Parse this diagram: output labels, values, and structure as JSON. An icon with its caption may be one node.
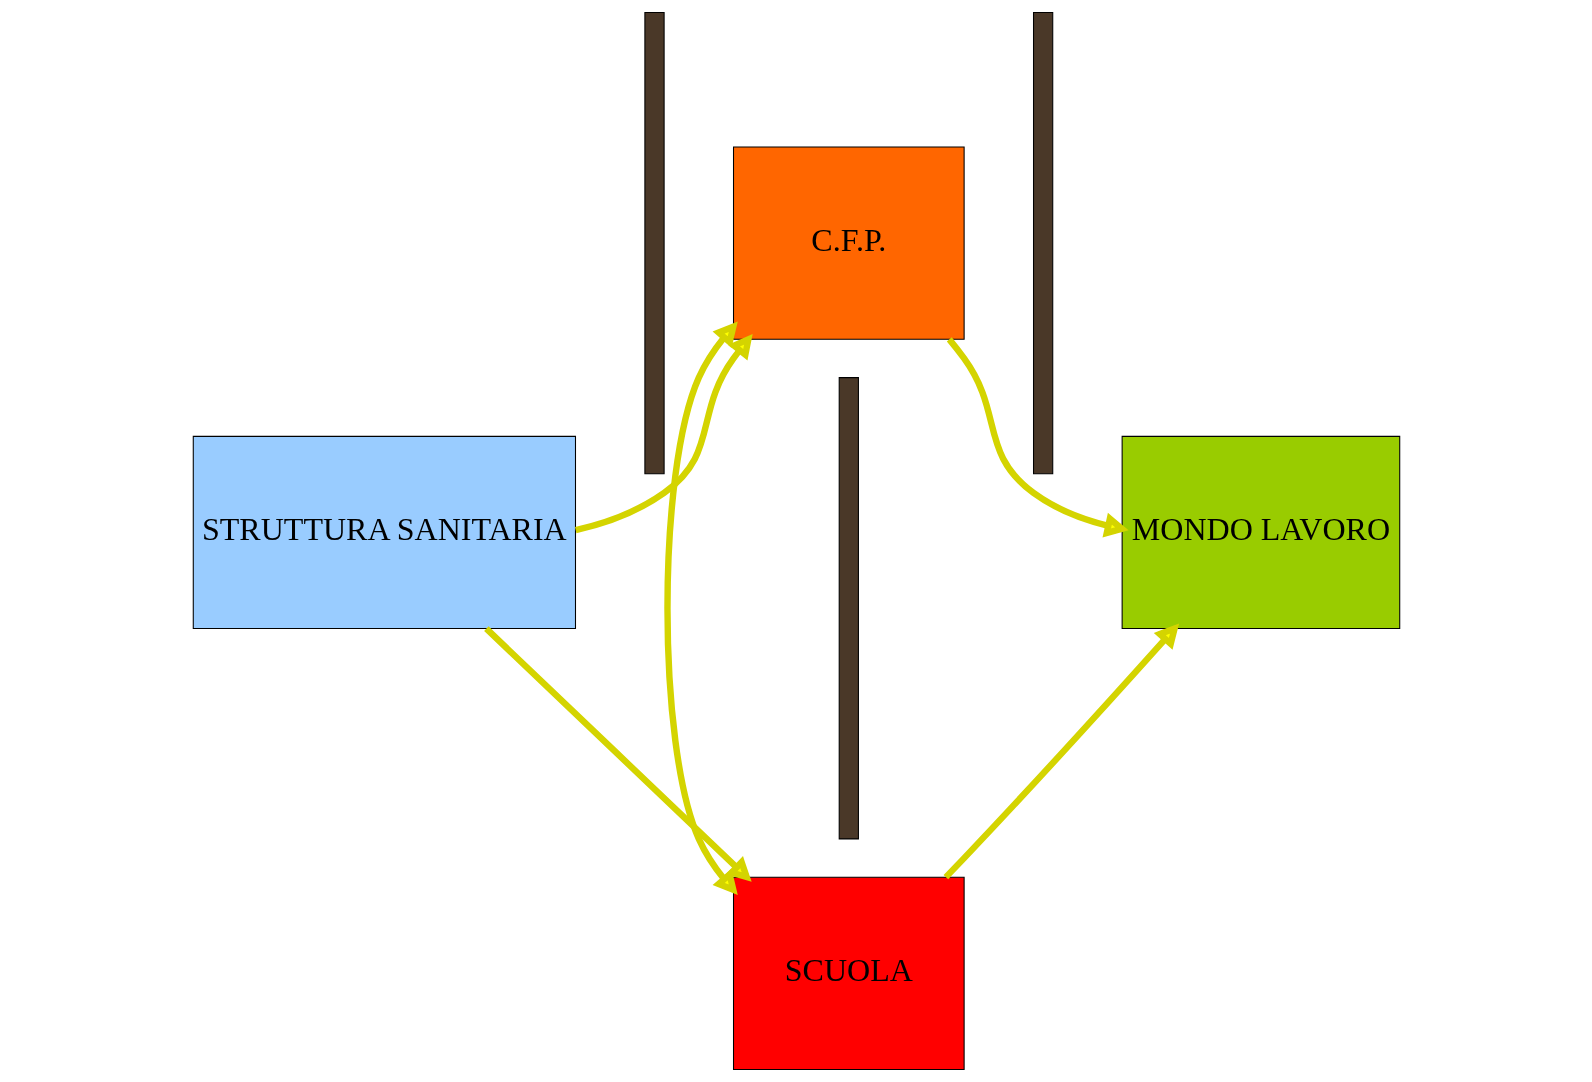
{
  "diagram": {
    "nodes": [
      {
        "text": [
          "STRUTTURA SANITARIA"
        ]
      },
      {
        "text": [],
        "shape": "bar"
      },
      {
        "text": [
          "C.F.P."
        ]
      },
      {
        "text": [],
        "shape": "bar"
      },
      {
        "text": [
          "SCUOLA"
        ]
      },
      {
        "text": [],
        "shape": "bar"
      },
      {
        "text": [
          "MONDO LAVORO"
        ]
      }
    ],
    "edges": [
      {
        "from": 0,
        "to": 2,
        "arrow": "to"
      },
      {
        "from": 0,
        "to": 4,
        "arrow": "to"
      },
      {
        "from": 2,
        "to": 4,
        "arrow": "both"
      },
      {
        "from": 2,
        "to": 6,
        "arrow": "to"
      },
      {
        "from": 4,
        "to": 6,
        "arrow": "to"
      }
    ]
  }
}
